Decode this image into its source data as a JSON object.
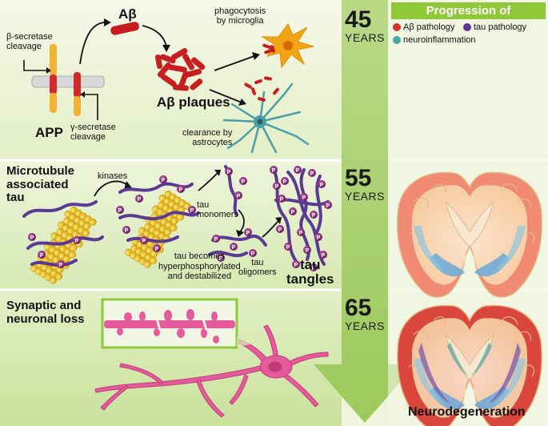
{
  "legend": {
    "title": "Progression of",
    "items": [
      {
        "label": "Aβ pathology",
        "color": "#d9342b"
      },
      {
        "label": "tau pathology",
        "color": "#5b3a94"
      },
      {
        "label": "neuroinflammation",
        "color": "#48a9a6"
      }
    ]
  },
  "stages": [
    {
      "age": "45",
      "unit": "YEARS"
    },
    {
      "age": "55",
      "unit": "YEARS"
    },
    {
      "age": "65",
      "unit": "YEARS"
    }
  ],
  "panel1": {
    "beta_secretase": "β-secretase\ncleavage",
    "gamma_secretase": "γ-secretase\ncleavage",
    "app": "APP",
    "abeta": "Aβ",
    "plaques": "Aβ plaques",
    "phagocytosis": "phagocytosis\nby microglia",
    "clearance": "clearance by\nastrocytes"
  },
  "panel2": {
    "title": "Microtubule\nassociated\ntau",
    "kinases": "kinases",
    "hyper": "tau becomes\nhyperphosphorylated\nand destabilized",
    "monomers": "tau\nmonomers",
    "oligomers": "tau\noligomers",
    "tangles": "tau\ntangles",
    "phospho": "P"
  },
  "panel3": {
    "title": "Synaptic and\nneuronal loss"
  },
  "footer": {
    "neurodegeneration": "Neurodegeneration"
  }
}
